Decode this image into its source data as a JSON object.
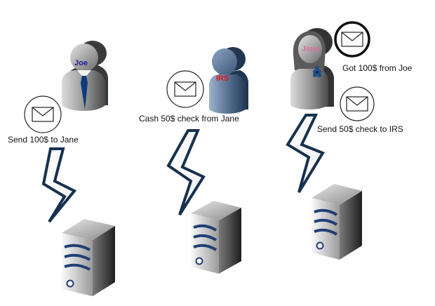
{
  "people": [
    {
      "id": "joe",
      "name": "Joe",
      "name_color": "#1a1aa6",
      "style": "male-gray"
    },
    {
      "id": "irs",
      "name": "IRS",
      "name_color": "#e01818",
      "style": "male-blue"
    },
    {
      "id": "jane",
      "name": "Jane",
      "name_color": "#d9709a",
      "style": "female-gray"
    }
  ],
  "messages": {
    "send_to_jane": "Send 100$ to Jane",
    "cash_check": "Cash 50$ check from Jane",
    "got_from_joe": "Got 100$ from Joe",
    "send_to_irs": "Send 50$ check to IRS"
  },
  "icons": {
    "person": "user-silhouette-icon",
    "envelope": "envelope-icon",
    "lightning": "lightning-bolt-icon",
    "server": "server-tower-icon"
  },
  "colors": {
    "bolt_outline": "#17314f",
    "server_stripe": "#1f3f75",
    "tie": "#0d3a7a"
  }
}
